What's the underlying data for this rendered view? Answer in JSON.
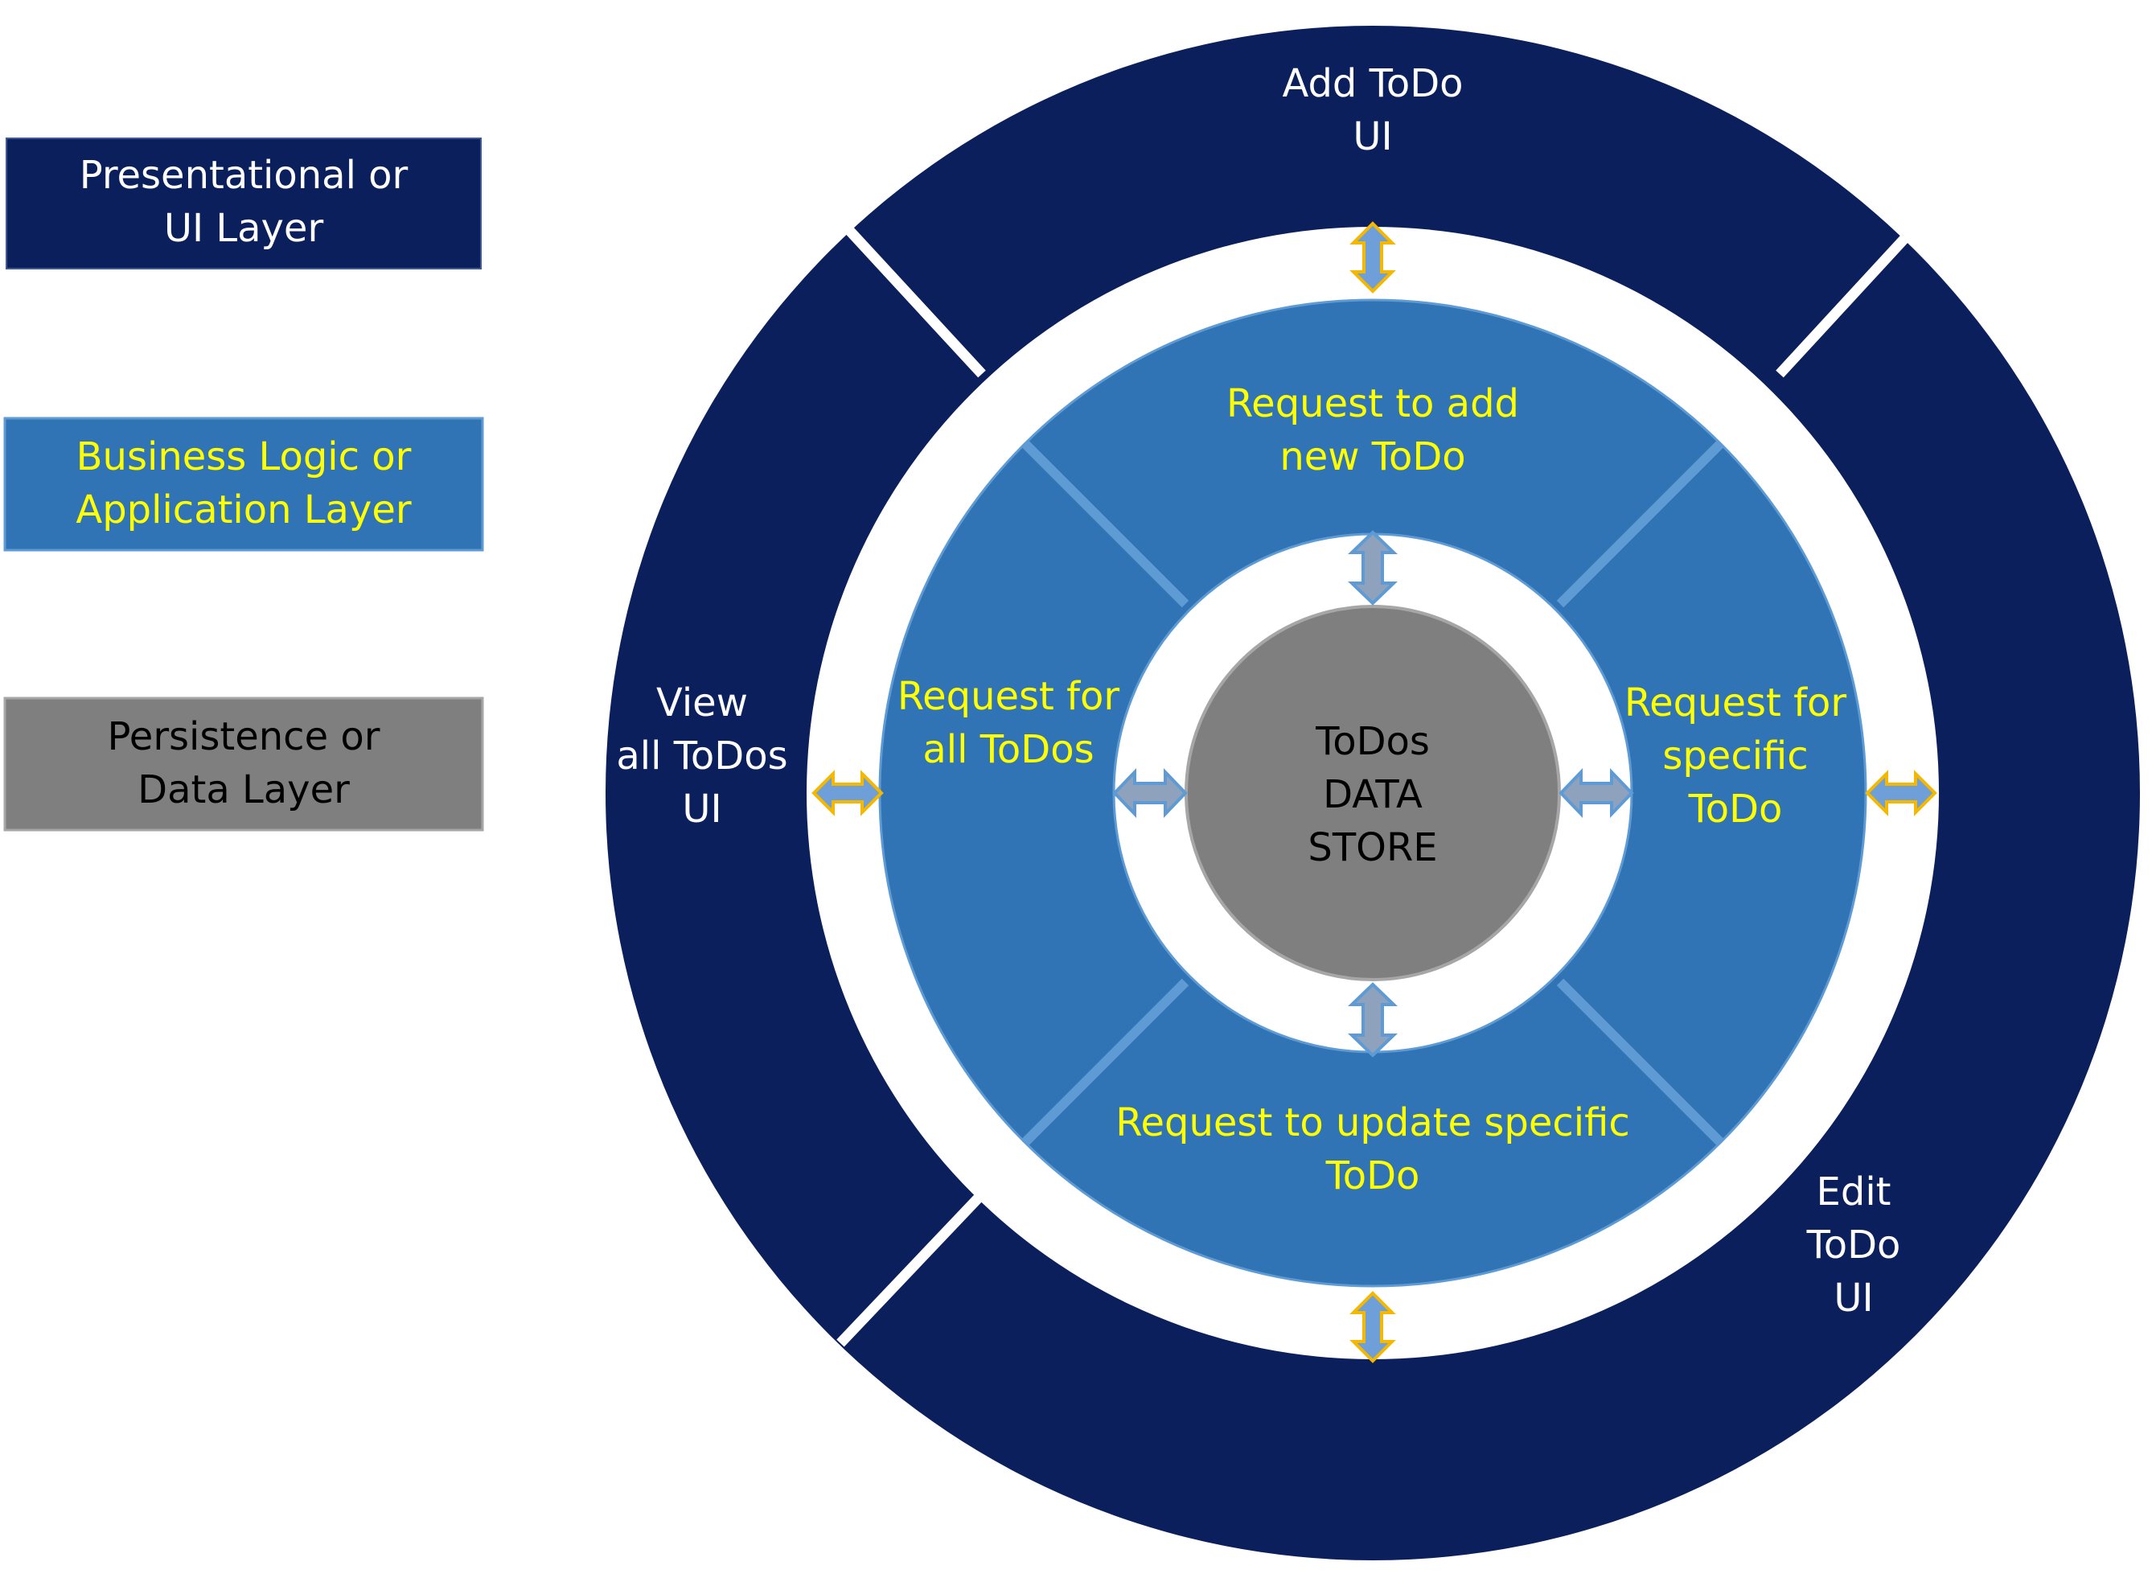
{
  "legend": {
    "presentation": {
      "line1": "Presentational or",
      "line2": "UI Layer"
    },
    "business": {
      "line1": "Business Logic or",
      "line2": "Application Layer"
    },
    "persistence": {
      "line1": "Persistence or",
      "line2": "Data Layer"
    }
  },
  "ui_layer": {
    "add": {
      "line1": "Add ToDo",
      "line2": "UI"
    },
    "view": {
      "line1": "View",
      "line2": "all ToDos",
      "line3": "UI"
    },
    "edit": {
      "line1": "Edit",
      "line2": "ToDo",
      "line3": "UI"
    }
  },
  "business_layer": {
    "add_request": {
      "line1": "Request to add",
      "line2": "new ToDo"
    },
    "all_request": {
      "line1": "Request for",
      "line2": "all ToDos"
    },
    "specific_request": {
      "line1": "Request for",
      "line2": "specific",
      "line3": "ToDo"
    },
    "update_request": {
      "line1": "Request to update specific",
      "line2": "ToDo"
    }
  },
  "data_layer": {
    "store": {
      "line1": "ToDos",
      "line2": "DATA",
      "line3": "STORE"
    }
  },
  "colors": {
    "ui_layer": "#0b1f5c",
    "business_layer": "#3074b5",
    "business_divider": "#5e9bd4",
    "data_layer": "#7f7f7f",
    "ui_text": "#ffffff",
    "business_text": "#ffff00",
    "data_text": "#000000",
    "outer_arrow": "#6f9fd8",
    "outer_arrow_border": "#f5b800",
    "inner_arrow": "#8ea2bd",
    "inner_arrow_border": "#5e9bd4"
  }
}
